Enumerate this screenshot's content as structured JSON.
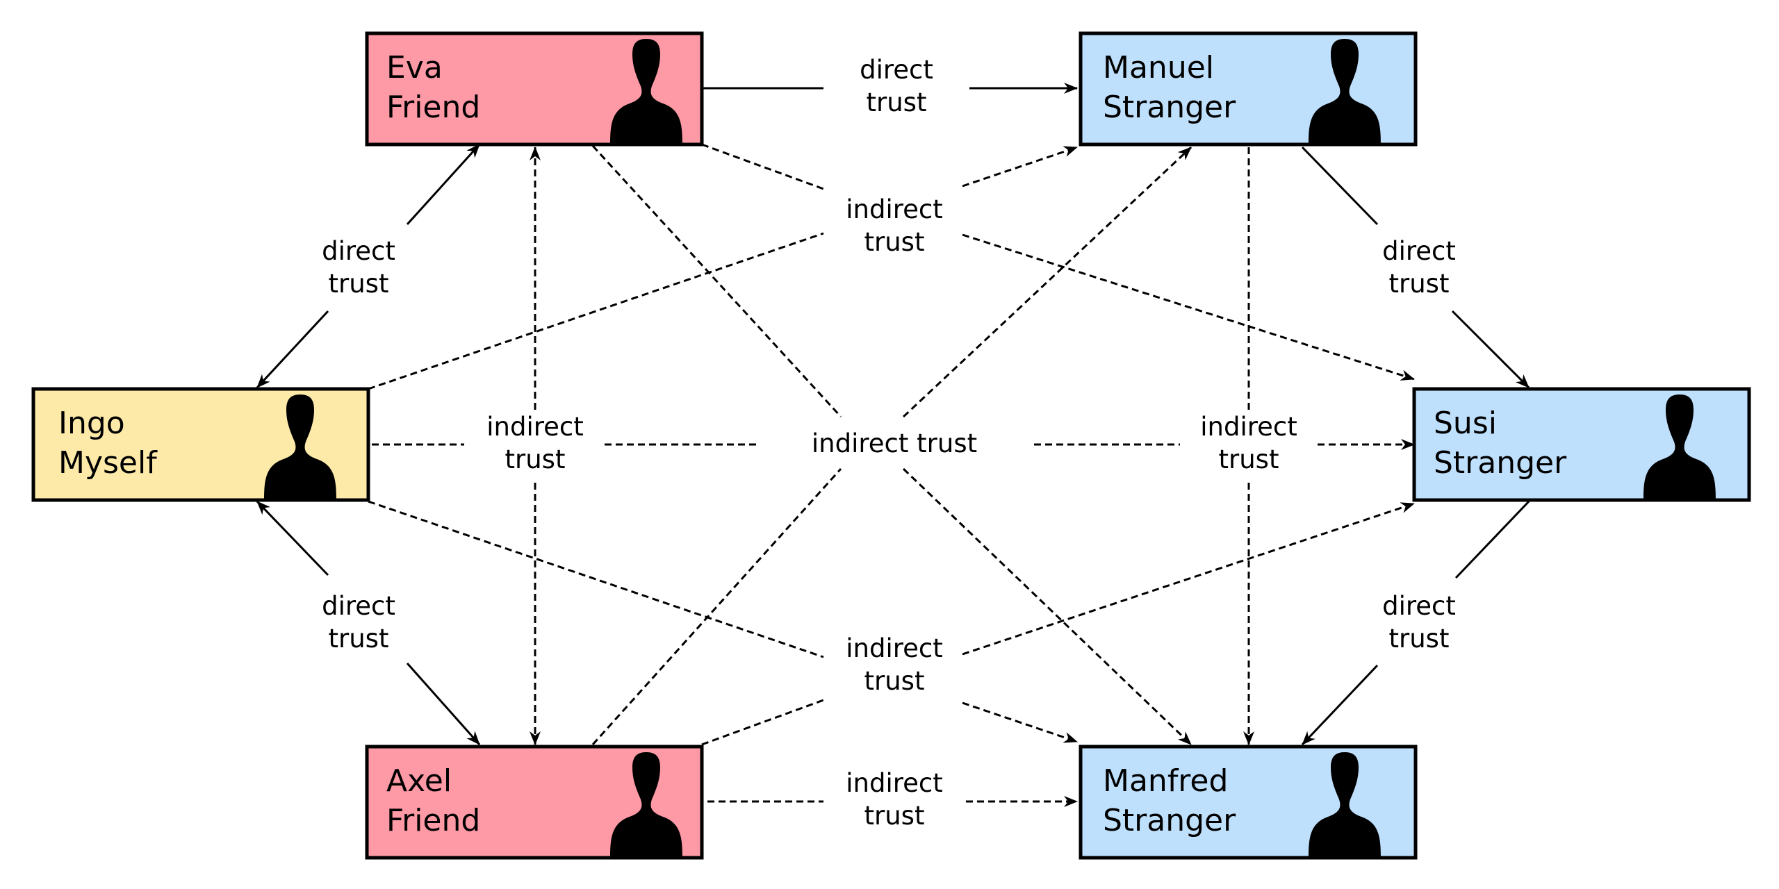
{
  "nodes": [
    {
      "id": "eva",
      "name": "Eva",
      "role": "Friend",
      "fill": "#fe9aa6",
      "icon": "person-silhouette-icon"
    },
    {
      "id": "manuel",
      "name": "Manuel",
      "role": "Stranger",
      "fill": "#bfe0fd",
      "icon": "person-silhouette-icon"
    },
    {
      "id": "ingo",
      "name": "Ingo",
      "role": "Myself",
      "fill": "#fdeaa8",
      "icon": "person-silhouette-icon"
    },
    {
      "id": "susi",
      "name": "Susi",
      "role": "Stranger",
      "fill": "#bfe0fd",
      "icon": "person-silhouette-icon"
    },
    {
      "id": "axel",
      "name": "Axel",
      "role": "Friend",
      "fill": "#fe9aa6",
      "icon": "person-silhouette-icon"
    },
    {
      "id": "manfred",
      "name": "Manfred",
      "role": "Stranger",
      "fill": "#bfe0fd",
      "icon": "person-silhouette-icon"
    }
  ],
  "labels": {
    "direct_eva_manuel": [
      "direct",
      "trust"
    ],
    "indirect_top": [
      "indirect",
      "trust"
    ],
    "direct_ingo_eva": [
      "direct",
      "trust"
    ],
    "direct_manuel_susi": [
      "direct",
      "trust"
    ],
    "indirect_left_vertical": [
      "indirect",
      "trust"
    ],
    "indirect_center": [
      "indirect trust"
    ],
    "indirect_right_vertical": [
      "indirect",
      "trust"
    ],
    "direct_ingo_axel": [
      "direct",
      "trust"
    ],
    "direct_susi_manfred": [
      "direct",
      "trust"
    ],
    "indirect_bottom": [
      "indirect",
      "trust"
    ],
    "indirect_axel_manfred": [
      "indirect",
      "trust"
    ]
  }
}
